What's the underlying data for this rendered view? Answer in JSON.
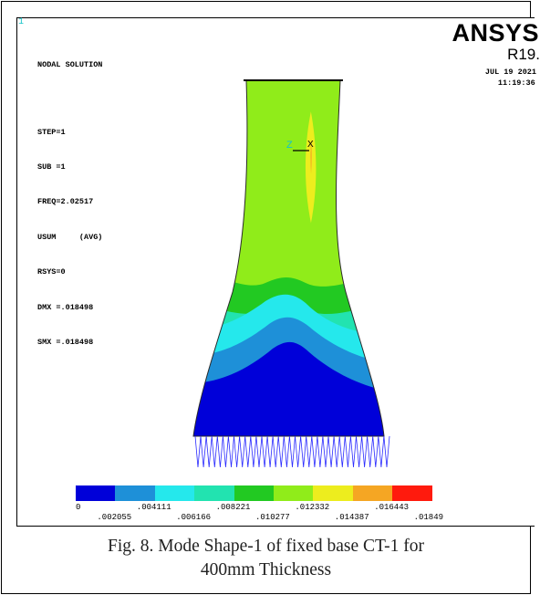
{
  "window": {
    "number": "1"
  },
  "info": {
    "title": "NODAL SOLUTION",
    "step": "STEP=1",
    "sub": "SUB =1",
    "freq": "FREQ=2.02517",
    "usum": "USUM     (AVG)",
    "rsys": "RSYS=0",
    "dmx": "DMX =.018498",
    "smx": "SMX =.018498"
  },
  "brand": {
    "name": "ANSYS",
    "release": "R19.",
    "date": "JUL 19 2021",
    "time": "11:19:36"
  },
  "triad": {
    "z_label": "Z",
    "x_label": "X",
    "z_color": "#14c4c9",
    "x_color": "#000000"
  },
  "contour_colors": [
    "#0000d9",
    "#1e90d8",
    "#25e8ec",
    "#22e3b0",
    "#22c922",
    "#90ec1a",
    "#eded1e",
    "#f5a623",
    "#ff1a0d"
  ],
  "legend": {
    "colors": [
      "#0000d9",
      "#1e90d8",
      "#25e8ec",
      "#22e3b0",
      "#22c922",
      "#90ec1a",
      "#eded1e",
      "#f5a623",
      "#ff1a0d"
    ],
    "upper_labels": [
      "0",
      ".004111",
      ".008221",
      ".012332",
      ".016443"
    ],
    "lower_labels": [
      ".002055",
      ".006166",
      ".010277",
      ".014387",
      ".01849"
    ]
  },
  "caption": {
    "line1": "Fig. 8. Mode Shape-1 of fixed base CT-1 for",
    "line2": "400mm Thickness"
  }
}
